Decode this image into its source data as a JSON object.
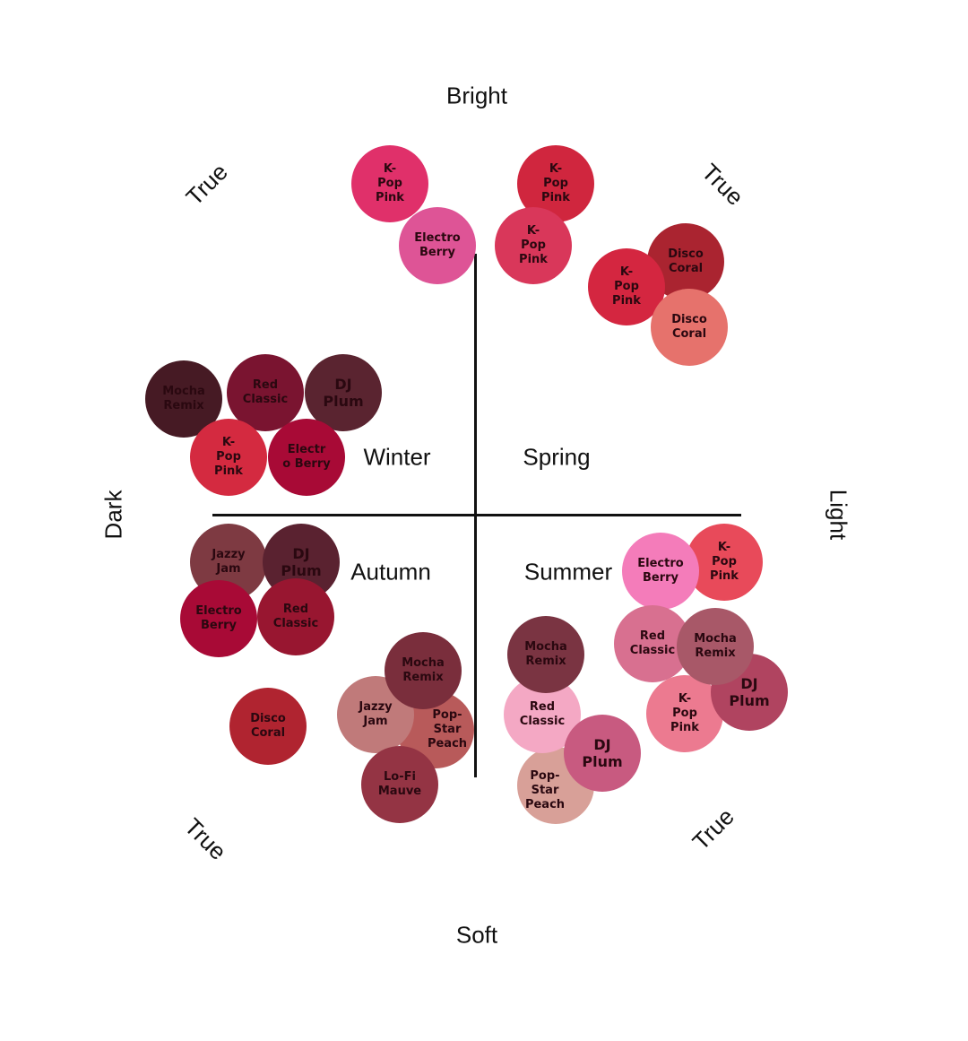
{
  "axes": {
    "top": "Bright",
    "bottom": "Soft",
    "left": "Dark",
    "right": "Light"
  },
  "corners": {
    "top_left": "True",
    "top_right": "True",
    "bottom_left": "True",
    "bottom_right": "True"
  },
  "seasons": {
    "winter": "Winter",
    "spring": "Spring",
    "autumn": "Autumn",
    "summer": "Summer"
  },
  "circles": [
    {
      "label": "K-\nPop\nPink",
      "color": "#e0306a"
    },
    {
      "label": "Electro\nBerry",
      "color": "#de5496"
    },
    {
      "label": "K-\nPop\nPink",
      "color": "#d0263e"
    },
    {
      "label": "K-\nPop\nPink",
      "color": "#d9375a"
    },
    {
      "label": "Disco\nCoral",
      "color": "#aa2430"
    },
    {
      "label": "K-\nPop\nPink",
      "color": "#d42640"
    },
    {
      "label": "Disco\nCoral",
      "color": "#e6726c"
    },
    {
      "label": "Mocha\nRemix",
      "color": "#461a24"
    },
    {
      "label": "Red\nClassic",
      "color": "#7a1430"
    },
    {
      "label": "DJ\nPlum",
      "color": "#5a2430"
    },
    {
      "label": "K-\nPop\nPink",
      "color": "#d42a40"
    },
    {
      "label": "Electr\no Berry",
      "color": "#a80a36"
    },
    {
      "label": "Jazzy\nJam",
      "color": "#7e3a42"
    },
    {
      "label": "DJ\nPlum",
      "color": "#5a2230"
    },
    {
      "label": "Electro\nBerry",
      "color": "#a80a36"
    },
    {
      "label": "Red\nClassic",
      "color": "#981630"
    },
    {
      "label": "Disco\nCoral",
      "color": "#b02430"
    },
    {
      "label": "Pop-\nStar\nPeach",
      "color": "#b85a5a"
    },
    {
      "label": "Jazzy\nJam",
      "color": "#c07a7a"
    },
    {
      "label": "Mocha\nRemix",
      "color": "#7a2e3c"
    },
    {
      "label": "Lo-Fi\nMauve",
      "color": "#943444"
    },
    {
      "label": "K-\nPop\nPink",
      "color": "#e84a5a"
    },
    {
      "label": "Electro\nBerry",
      "color": "#f47cba"
    },
    {
      "label": "Red\nClassic",
      "color": "#d87090"
    },
    {
      "label": "K-\nPop\nPink",
      "color": "#ec7a90"
    },
    {
      "label": "DJ\nPlum",
      "color": "#b04460"
    },
    {
      "label": "Mocha\nRemix",
      "color": "#a85868"
    },
    {
      "label": "Pop-\nStar\nPeach",
      "color": "#d8a098"
    },
    {
      "label": "Red\nClassic",
      "color": "#f4a8c4"
    },
    {
      "label": "Mocha\nRemix",
      "color": "#7a3442"
    },
    {
      "label": "DJ\nPlum",
      "color": "#c85a80"
    }
  ]
}
